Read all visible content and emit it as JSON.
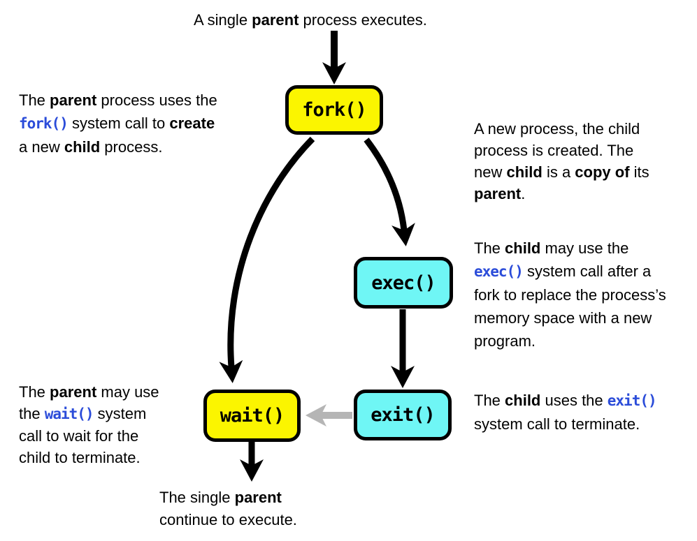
{
  "colors": {
    "parent_box_fill": "#FBF500",
    "child_box_fill": "#6FF6F5",
    "code_text": "#2B4CD9",
    "arrow_black": "#000000",
    "arrow_gray": "#B5B5B5",
    "box_border": "#000000",
    "text_color": "#000000",
    "bg": "#FFFFFF"
  },
  "nodes": {
    "fork": {
      "label": "fork()",
      "kind": "parent"
    },
    "exec": {
      "label": "exec()",
      "kind": "child"
    },
    "wait": {
      "label": "wait()",
      "kind": "parent"
    },
    "exit": {
      "label": "exit()",
      "kind": "child"
    }
  },
  "edges": [
    {
      "from": "start",
      "to": "fork",
      "color": "black",
      "style": "straight"
    },
    {
      "from": "fork",
      "to": "wait",
      "color": "black",
      "style": "curved"
    },
    {
      "from": "fork",
      "to": "exec",
      "color": "black",
      "style": "curved"
    },
    {
      "from": "exec",
      "to": "exit",
      "color": "black",
      "style": "straight"
    },
    {
      "from": "exit",
      "to": "wait",
      "color": "gray",
      "style": "straight"
    },
    {
      "from": "wait",
      "to": "end",
      "color": "black",
      "style": "straight"
    }
  ],
  "annotations": {
    "caption_top": [
      {
        "t": "A single ",
        "s": "p"
      },
      {
        "t": "parent",
        "s": "b"
      },
      {
        "t": " process executes.",
        "s": "p"
      }
    ],
    "fork_left": [
      {
        "t": "The ",
        "s": "p"
      },
      {
        "t": "parent",
        "s": "b"
      },
      {
        "t": " process uses the",
        "s": "p"
      },
      {
        "s": "br"
      },
      {
        "t": "fork()",
        "s": "c"
      },
      {
        "t": " system call to ",
        "s": "p"
      },
      {
        "t": "create",
        "s": "b"
      },
      {
        "s": "br"
      },
      {
        "t": "a new ",
        "s": "p"
      },
      {
        "t": "child",
        "s": "b"
      },
      {
        "t": " process.",
        "s": "p"
      }
    ],
    "fork_right": [
      {
        "t": "A new process, the child",
        "s": "p"
      },
      {
        "s": "br"
      },
      {
        "t": "process is created. The",
        "s": "p"
      },
      {
        "s": "br"
      },
      {
        "t": "new ",
        "s": "p"
      },
      {
        "t": "child",
        "s": "b"
      },
      {
        "t": " is a ",
        "s": "p"
      },
      {
        "t": "copy of",
        "s": "b"
      },
      {
        "t": " its",
        "s": "p"
      },
      {
        "s": "br"
      },
      {
        "t": "parent",
        "s": "b"
      },
      {
        "t": ".",
        "s": "p"
      }
    ],
    "exec_right": [
      {
        "t": "The ",
        "s": "p"
      },
      {
        "t": "child",
        "s": "b"
      },
      {
        "t": " may use the",
        "s": "p"
      },
      {
        "s": "br"
      },
      {
        "t": "exec()",
        "s": "c"
      },
      {
        "t": " system call after a",
        "s": "p"
      },
      {
        "s": "br"
      },
      {
        "t": "fork to replace the process’s",
        "s": "p"
      },
      {
        "s": "br"
      },
      {
        "t": "memory space with a new",
        "s": "p"
      },
      {
        "s": "br"
      },
      {
        "t": "program.",
        "s": "p"
      }
    ],
    "wait_left": [
      {
        "t": "The ",
        "s": "p"
      },
      {
        "t": "parent",
        "s": "b"
      },
      {
        "t": " may use",
        "s": "p"
      },
      {
        "s": "br"
      },
      {
        "t": "the ",
        "s": "p"
      },
      {
        "t": "wait()",
        "s": "c"
      },
      {
        "t": " system",
        "s": "p"
      },
      {
        "s": "br"
      },
      {
        "t": "call to wait for the",
        "s": "p"
      },
      {
        "s": "br"
      },
      {
        "t": "child to terminate.",
        "s": "p"
      }
    ],
    "exit_right": [
      {
        "t": "The ",
        "s": "p"
      },
      {
        "t": "child",
        "s": "b"
      },
      {
        "t": " uses the ",
        "s": "p"
      },
      {
        "t": "exit()",
        "s": "c"
      },
      {
        "s": "br"
      },
      {
        "t": "system call to terminate.",
        "s": "p"
      }
    ],
    "caption_bottom": [
      {
        "t": "The single ",
        "s": "p"
      },
      {
        "t": "parent",
        "s": "b"
      },
      {
        "s": "br"
      },
      {
        "t": "continue to execute.",
        "s": "p"
      }
    ]
  }
}
